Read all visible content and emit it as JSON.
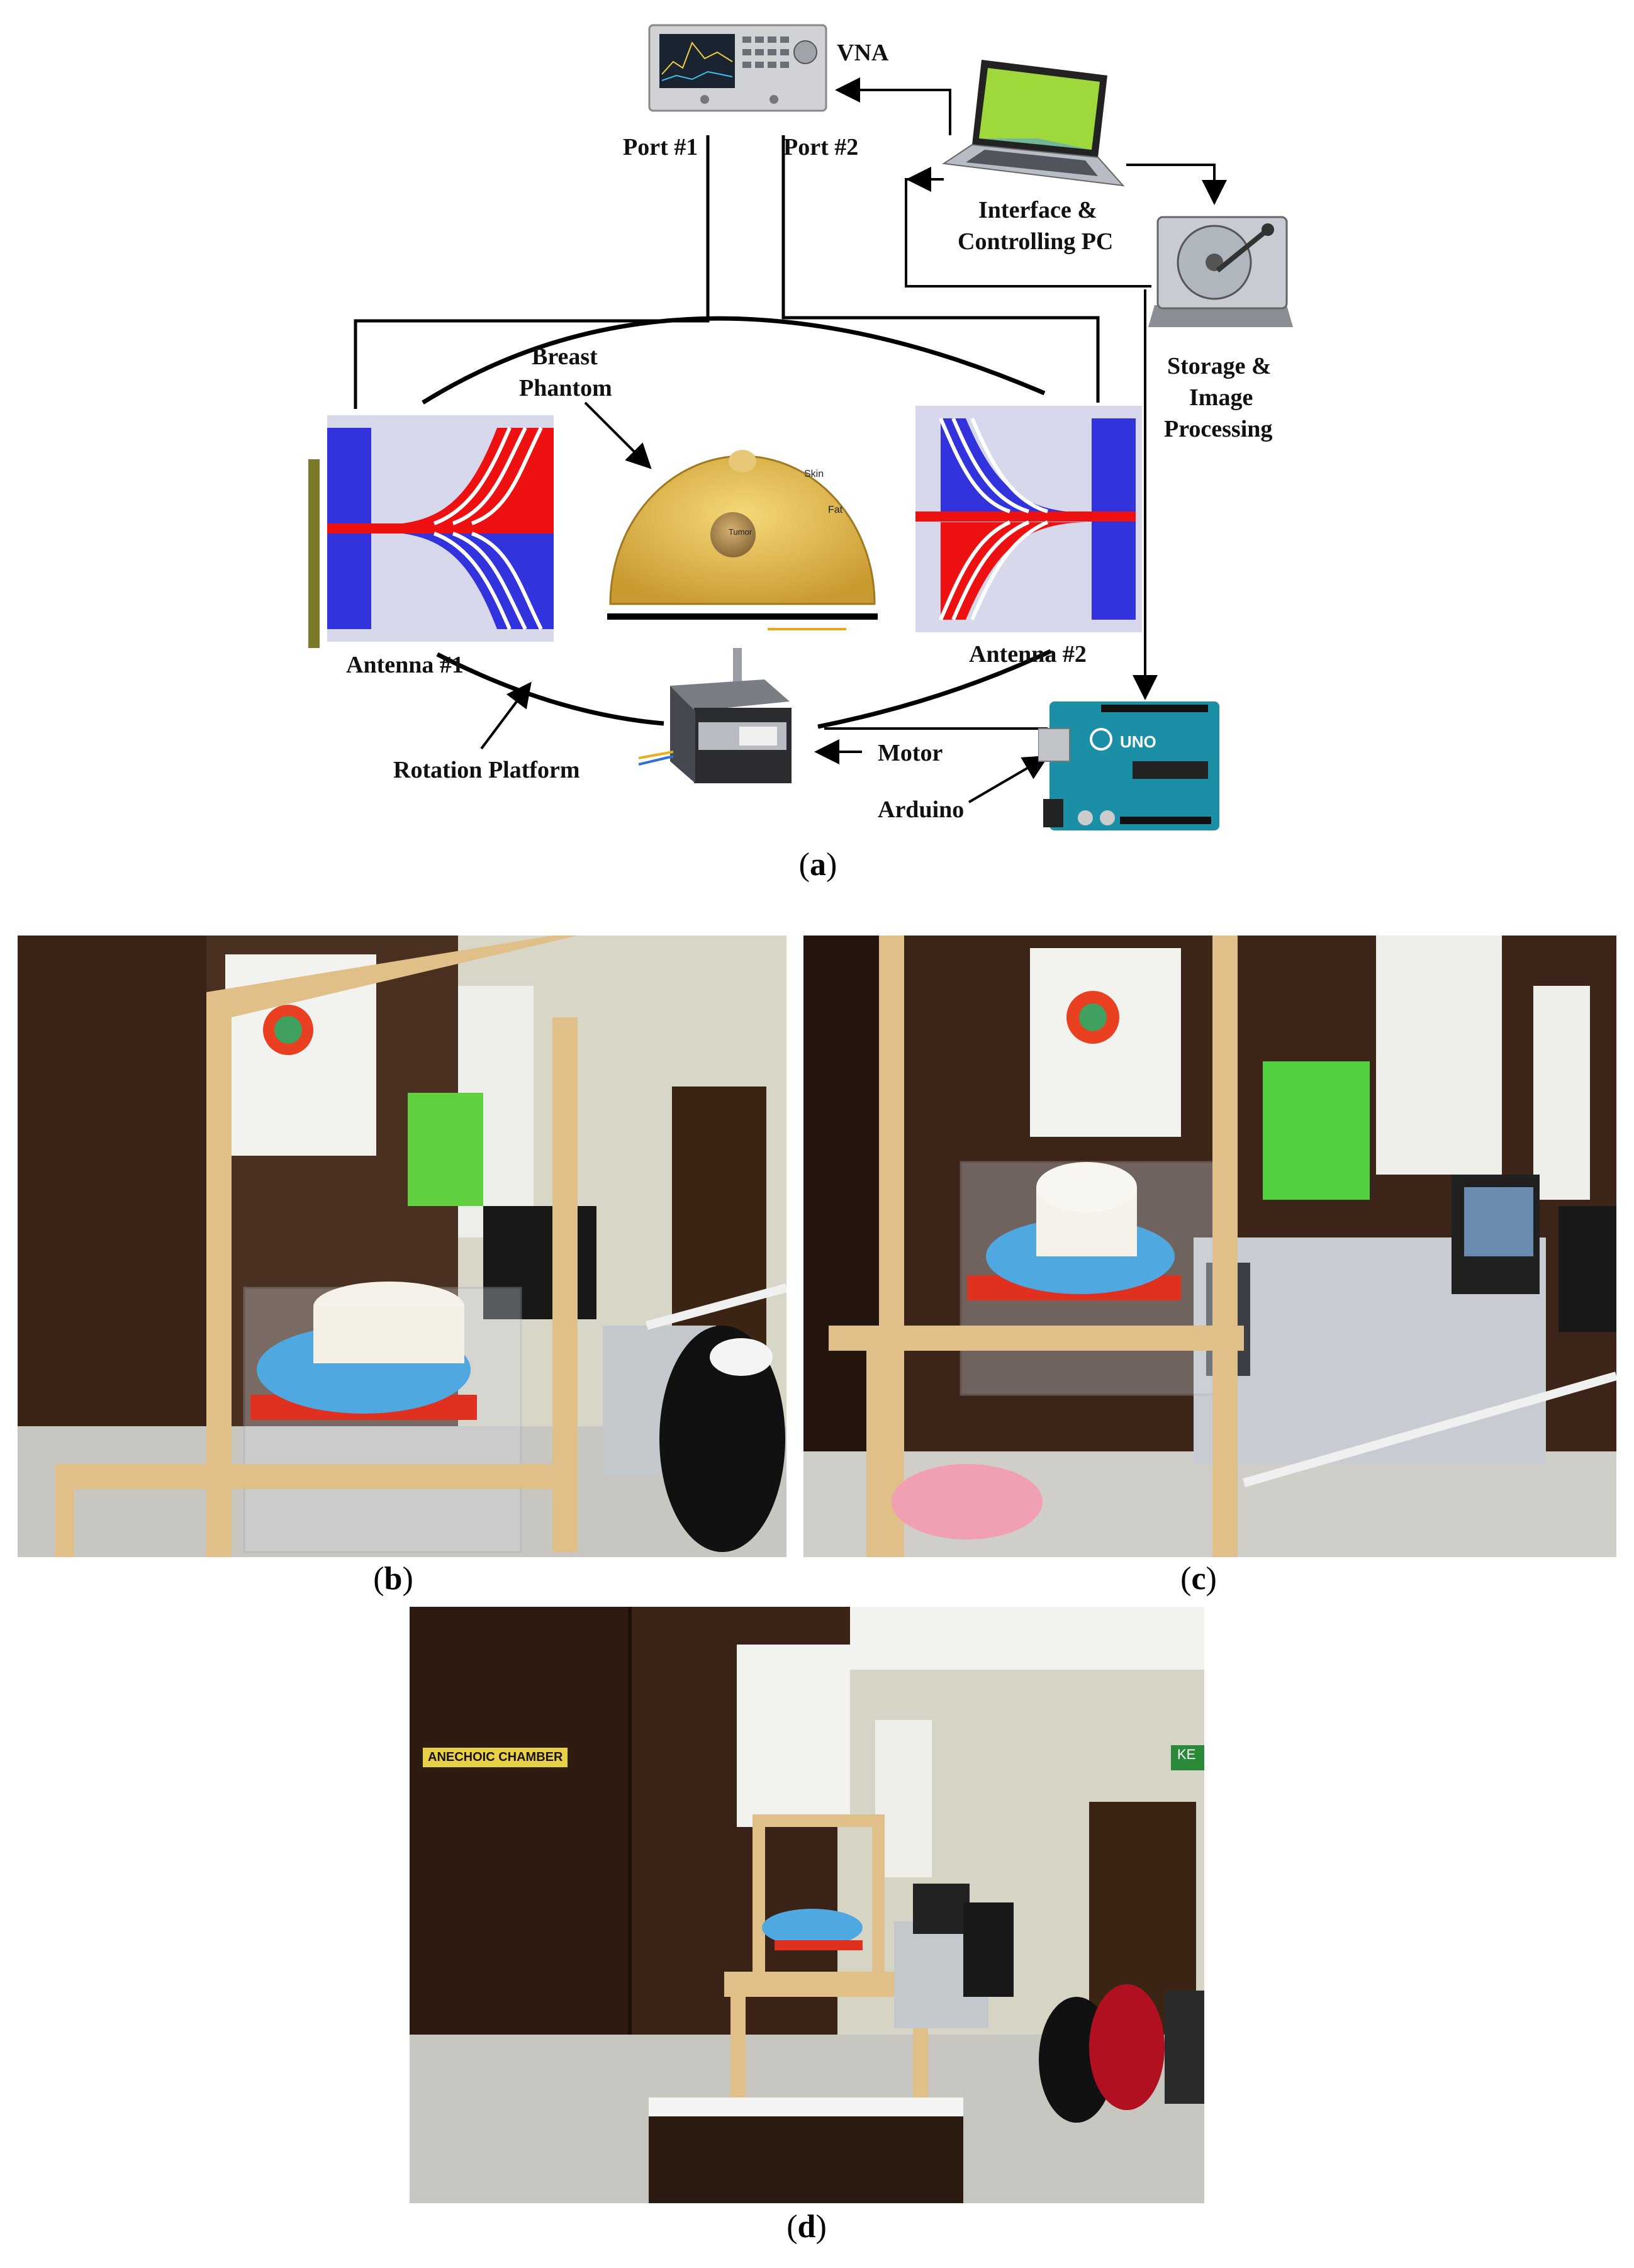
{
  "diagram": {
    "labels": {
      "vna": "VNA",
      "port1": "Port #1",
      "port2": "Port #2",
      "pc_line1": "Interface &",
      "pc_line2": "Controlling PC",
      "storage_line1": "Storage &",
      "storage_line2": "Image",
      "storage_line3": "Processing",
      "phantom_line1": "Breast",
      "phantom_line2": "Phantom",
      "antenna1": "Antenna #1",
      "antenna2": "Antenna #2",
      "rotation": "Rotation Platform",
      "motor": "Motor",
      "arduino": "Arduino",
      "skin": "Skin",
      "fat": "Fat",
      "tumor": "Tumor",
      "arduino_board": "UNO"
    },
    "colors": {
      "antenna_blue": "#3333dd",
      "antenna_red": "#ee1111",
      "antenna_bg": "#d8d8ec",
      "phantom_gold": "#e8c050",
      "board_teal": "#1a8fa6"
    }
  },
  "photos": {
    "sign": "ANECHOIC CHAMBER",
    "exit_sign": "KE"
  },
  "captions": {
    "a": "a",
    "b": "b",
    "c": "c",
    "d": "d"
  }
}
